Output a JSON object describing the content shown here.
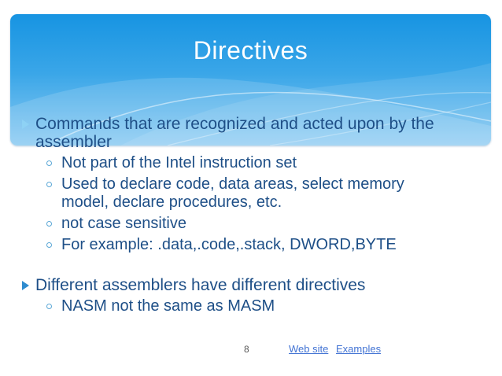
{
  "slide": {
    "title": "Directives",
    "page_number": "8",
    "footer_links": [
      {
        "label": "Web site"
      },
      {
        "label": "Examples"
      }
    ],
    "bullets": [
      {
        "level": 1,
        "on_blue": true,
        "lines": [
          "Commands that are recognized and acted upon by the",
          "assembler"
        ]
      },
      {
        "level": 2,
        "lines": [
          "Not part of the Intel instruction set"
        ]
      },
      {
        "level": 2,
        "lines": [
          "Used to declare code, data areas, select memory",
          "model, declare procedures, etc."
        ]
      },
      {
        "level": 2,
        "lines": [
          "not case sensitive"
        ]
      },
      {
        "level": 2,
        "lines": [
          "For example: .data,.code,.stack, DWORD,BYTE"
        ]
      },
      {
        "level": 1,
        "gap_before": true,
        "lines": [
          "Different assemblers have different directives"
        ]
      },
      {
        "level": 2,
        "lines": [
          "NASM not the same as MASM"
        ]
      }
    ],
    "colors": {
      "background": "#ffffff",
      "header_gradient_top": "#1794e2",
      "header_gradient_bottom": "#8ccbf2",
      "title_text": "#ffffff",
      "body_text": "#1e4f87",
      "arrow_bullet": "#2e8ccf",
      "arrow_bullet_on_blue": "#8ed2f5",
      "circle_bullet": "#5aa7d6",
      "link": "#4374d4",
      "page_number": "#595959"
    }
  }
}
